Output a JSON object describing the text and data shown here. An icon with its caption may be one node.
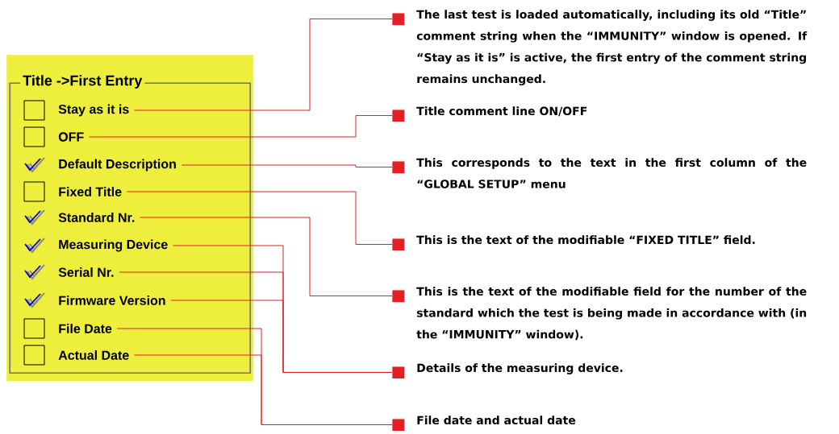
{
  "diagram": {
    "nodes": [
      {
        "text": [
          "Title ->First Entry"
        ]
      },
      {
        "text": [
          "Stay as it is"
        ],
        "in": 0
      },
      {
        "text": [
          "OFF"
        ],
        "in": 0
      },
      {
        "text": [
          "Default Description"
        ],
        "in": 0
      },
      {
        "text": [
          "Fixed Title"
        ],
        "in": 0
      },
      {
        "text": [
          "Standard Nr."
        ],
        "in": 0
      },
      {
        "text": [
          "Measuring Device"
        ],
        "in": 0
      },
      {
        "text": [
          "Serial Nr."
        ],
        "in": 0
      },
      {
        "text": [
          "Firmware Version"
        ],
        "in": 0
      },
      {
        "text": [
          "File Date"
        ],
        "in": 0
      },
      {
        "text": [
          "Actual Date"
        ],
        "in": 0
      },
      {
        "text": [
          "The last test is loaded automatically, including its old “Title” comment string when the “IMMUNITY” window is opened. If “Stay as it is” is active, the first entry of the comment string remains unchanged."
        ]
      },
      {
        "text": [
          "Title comment line ON/OFF"
        ]
      },
      {
        "text": [
          "This corresponds to the text in the first column of the “GLOBAL SETUP” menu"
        ]
      },
      {
        "text": [
          "This is the text of the modifiable “FIXED TITLE” field."
        ]
      },
      {
        "text": [
          "This is the text of the modifiable field for the number of the standard which the test is being made in accordance with (in the “IMMUNITY” window)."
        ]
      },
      {
        "text": [
          "Details of the measuring device."
        ]
      },
      {
        "text": [
          "File date and actual date"
        ]
      }
    ],
    "edges": [
      {
        "from": 1,
        "to": 11,
        "arrow": "none"
      },
      {
        "from": 2,
        "to": 12,
        "arrow": "none"
      },
      {
        "from": 3,
        "to": 13,
        "arrow": "none"
      },
      {
        "from": 4,
        "to": 14,
        "arrow": "none"
      },
      {
        "from": 5,
        "to": 15,
        "arrow": "none"
      },
      {
        "from": 6,
        "to": 16,
        "arrow": "none"
      },
      {
        "from": 7,
        "to": 16,
        "arrow": "none"
      },
      {
        "from": 8,
        "to": 16,
        "arrow": "none"
      },
      {
        "from": 9,
        "to": 17,
        "arrow": "none"
      },
      {
        "from": 10,
        "to": 17,
        "arrow": "none"
      }
    ]
  }
}
